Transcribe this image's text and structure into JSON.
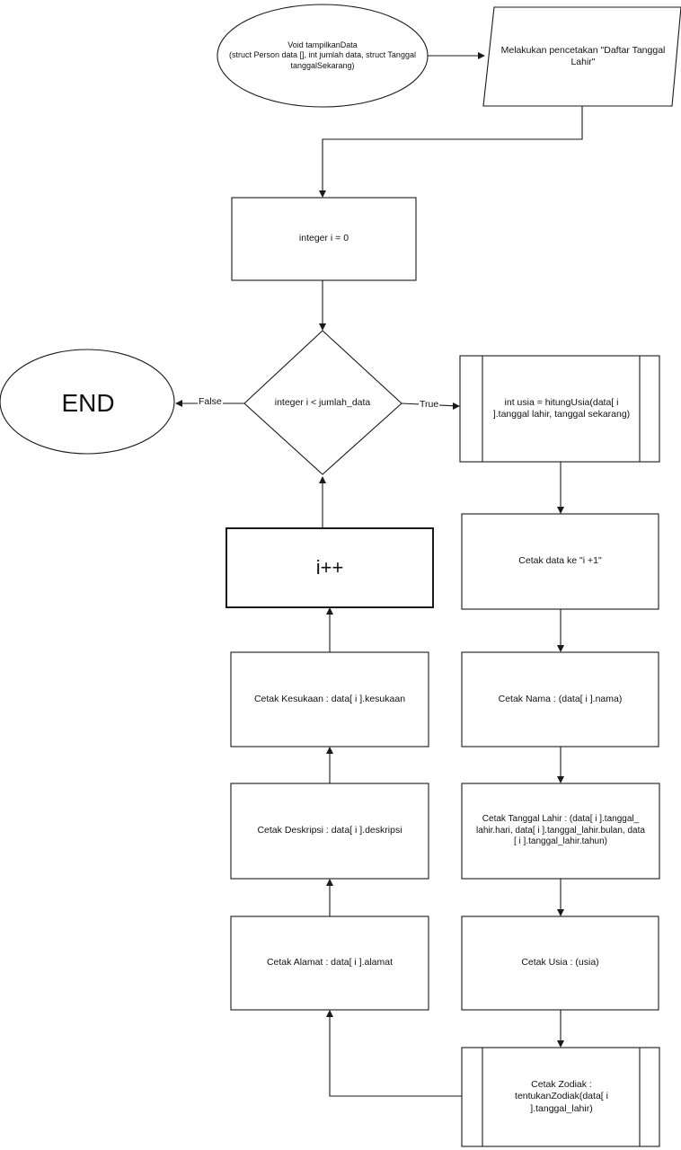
{
  "nodes": {
    "start": "Void tampilkanData\n(struct Person data [], int jumlah data, struct Tanggal\ntanggalSekarang)",
    "print_header": "Melakukan  pencetakan \"Daftar Tanggal\nLahir\"",
    "init": "integer i = 0",
    "decision": "integer i < jumlah_data",
    "end": "END",
    "calc_age": "int usia = hitungUsia(data[ i\n].tanggal lahir, tanggal sekarang)",
    "print_index": "Cetak data ke \"i +1\"",
    "print_name": "Cetak Nama : (data[ i ].nama)",
    "print_birth": "Cetak Tanggal Lahir : (data[ i ].tanggal_\nlahir.hari, data[ i ].tanggal_lahir.bulan, data\n[ i ].tanggal_lahir.tahun)",
    "print_age": "Cetak Usia : (usia)",
    "print_zodiac": "Cetak Zodiak :\ntentukanZodiak(data[ i\n].tanggal_lahir)",
    "print_address": "Cetak Alamat : data[ i ].alamat",
    "print_desc": "Cetak Deskripsi : data[ i ].deskripsi",
    "print_hobby": "Cetak Kesukaan : data[ i ].kesukaan",
    "increment": "i++"
  },
  "edges": {
    "false_label": "False",
    "true_label": "True"
  },
  "colors": {
    "stroke": "#1a1a1a",
    "fill": "#ffffff",
    "text": "#111111"
  }
}
